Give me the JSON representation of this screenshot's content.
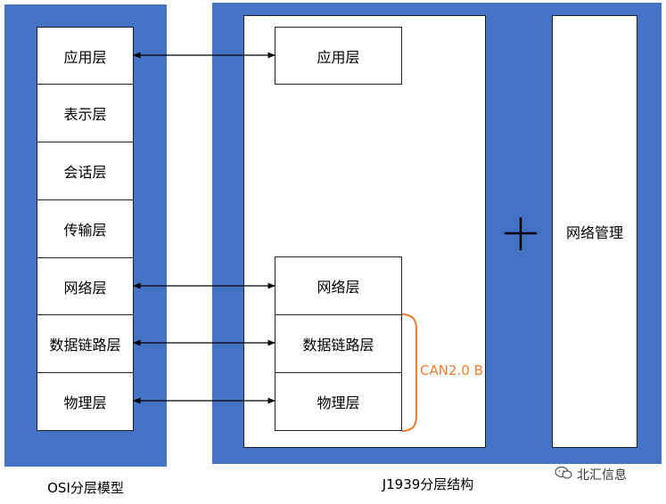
{
  "osi": {
    "caption": "OSI分层模型",
    "layers": [
      "应用层",
      "表示层",
      "会话层",
      "传输层",
      "网络层",
      "数据链路层",
      "物理层"
    ]
  },
  "j1939": {
    "caption": "J1939分层结构",
    "layers": {
      "application": "应用层",
      "network": "网络层",
      "datalink": "数据链路层",
      "physical": "物理层"
    },
    "can_label": "CAN2.0 B",
    "management": "网络管理"
  },
  "watermark": "北汇信息",
  "colors": {
    "panel_blue": "#4472c4",
    "can_orange": "#ed7d31"
  }
}
